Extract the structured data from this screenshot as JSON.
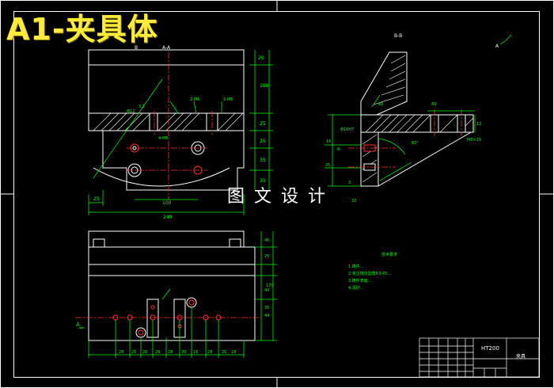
{
  "title": "A1-夹具体",
  "watermark": "图文设计",
  "views": {
    "top_label": "A-A",
    "section_label": "B-B",
    "section_mark_left": "B",
    "side_label": "A",
    "top_view_dim_total": "240",
    "top_view_dim_left": "25",
    "top_view_dim_mid": "100",
    "top_view_dim_right_1": "20",
    "top_view_dim_right_2": "100",
    "top_view_dim_right_3": "25",
    "top_view_dim_right_4": "25",
    "top_view_dim_right_5": "35",
    "top_view_dim_right_6": "35",
    "front_view_dim_h1": "45",
    "front_view_dim_h2": "25",
    "front_view_dim_h3": "170",
    "front_view_dim_h4": "40",
    "front_view_dim_h5": "35",
    "front_view_dim_h6": "44",
    "bottom_dims": [
      "28",
      "20",
      "20",
      "29",
      "28",
      "30",
      "16",
      "28",
      "20",
      "18"
    ],
    "section_dims": [
      "16",
      "8",
      "25",
      "43",
      "32",
      "60",
      "12",
      "3"
    ]
  },
  "notes": {
    "heading": "技术要求",
    "lines": [
      "1.铸件...",
      "2.未注铸造圆角R3-R5...",
      "3.铸件表面...",
      "4.清砂..."
    ]
  },
  "title_block": {
    "material": "HT200",
    "part_no": "夹具"
  },
  "colors": {
    "outline": "#ffffff",
    "geometry": "#ffffff",
    "dimension": "#00ff00",
    "centerline": "#ff3030",
    "hatch": "#ffffff",
    "title": "#ffeb3b"
  }
}
